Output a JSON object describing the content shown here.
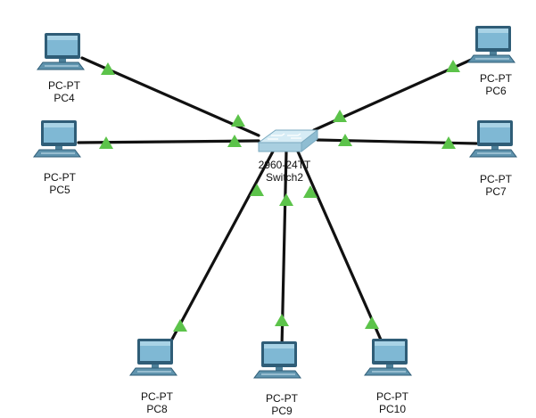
{
  "switch": {
    "model": "2960-24TT",
    "name": "Switch2"
  },
  "pcs": [
    {
      "model": "PC-PT",
      "name": "PC4"
    },
    {
      "model": "PC-PT",
      "name": "PC5"
    },
    {
      "model": "PC-PT",
      "name": "PC6"
    },
    {
      "model": "PC-PT",
      "name": "PC7"
    },
    {
      "model": "PC-PT",
      "name": "PC8"
    },
    {
      "model": "PC-PT",
      "name": "PC9"
    },
    {
      "model": "PC-PT",
      "name": "PC10"
    }
  ],
  "colors": {
    "link": "#111111",
    "status_up": "#5cc34a",
    "switch_body": "#a9cfe0",
    "switch_top": "#d6ecf5",
    "pc_screen": "#7fb8d4",
    "pc_frame": "#2f5d77"
  }
}
